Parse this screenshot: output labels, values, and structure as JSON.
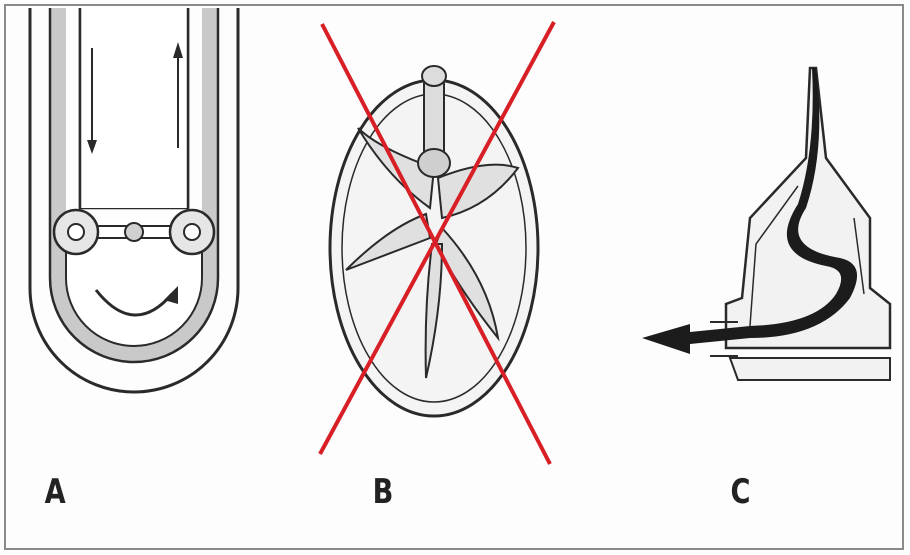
{
  "panels": [
    {
      "label": "A",
      "crossed_out": false
    },
    {
      "label": "B",
      "crossed_out": true
    },
    {
      "label": "C",
      "crossed_out": false
    }
  ],
  "colors": {
    "ink": "#2a2a2a",
    "fill_gray": "#c9c9c9",
    "cross_red": "#d81f26",
    "frame": "#8a8a8a"
  }
}
